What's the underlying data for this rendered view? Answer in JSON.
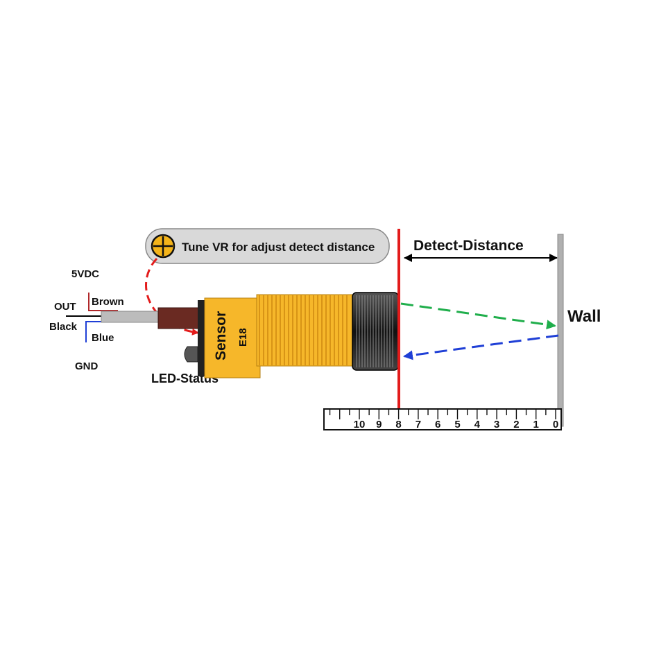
{
  "callout": {
    "text": "Tune VR for adjust detect distance"
  },
  "wiring": {
    "vdc": "5VDC",
    "brown": "Brown",
    "out": "OUT",
    "black": "Black",
    "blue": "Blue",
    "gnd": "GND"
  },
  "sensor": {
    "label": "Sensor",
    "model": "E18"
  },
  "led_label": "LED-Status",
  "detect_label": "Detect-Distance",
  "wall_label": "Wall",
  "ruler": {
    "ticks": [
      "10",
      "9",
      "8",
      "7",
      "6",
      "5",
      "4",
      "3",
      "2",
      "1",
      "0"
    ]
  },
  "colors": {
    "sensor_body": "#f6b72a",
    "sensor_stripe": "#e59a16",
    "cable_brown": "#6a2a22",
    "cable_grey": "#bcbcbc",
    "detect_line": "#e31b1b",
    "emit_beam": "#1fae4b",
    "return_beam": "#1f3fd6",
    "callout_arrow": "#e31b1b",
    "wall": "#b0b0b0",
    "knob": "#f4b41a"
  }
}
